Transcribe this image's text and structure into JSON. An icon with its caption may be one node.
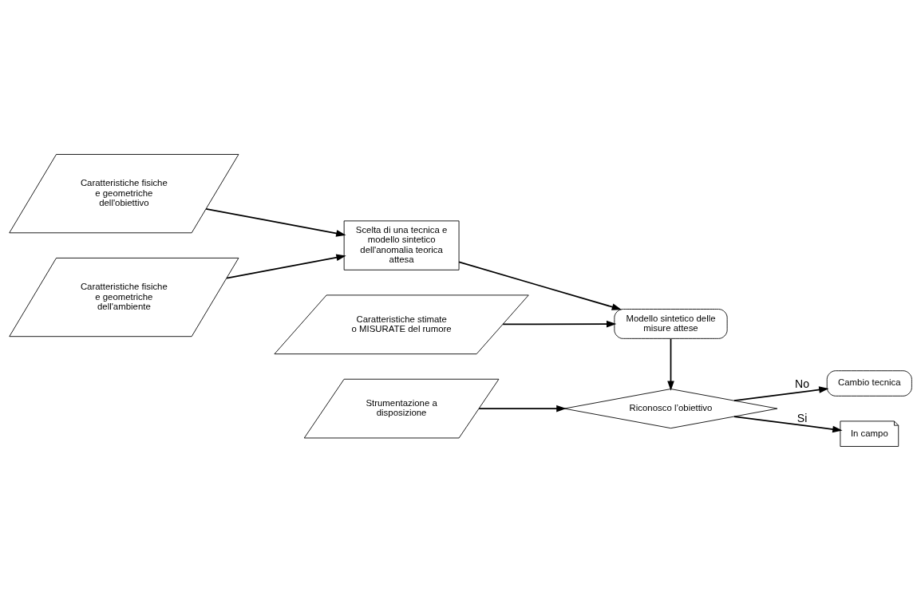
{
  "diagram": {
    "nodes": [
      {
        "text": [
          "Caratteristiche fisiche e geometriche dell'obiettivo"
        ]
      },
      {
        "text": [
          "Caratteristiche fisiche e geometriche dell'ambiente"
        ]
      },
      {
        "text": [
          "Scelta di una tecnica e modello sintetico dell'anomalia teorica attesa"
        ]
      },
      {
        "text": [
          "Modello sintetico delle misure attese"
        ]
      },
      {
        "text": [
          "Caratteristiche stimate o MISURATE del rumore"
        ]
      },
      {
        "text": [
          "Strumentazione a disposizione"
        ]
      },
      {
        "text": [
          "Riconosco l’obiettivo"
        ]
      },
      {
        "text": [
          "Cambio tecnica"
        ]
      },
      {
        "text": [
          "In campo"
        ]
      }
    ],
    "edges": [
      {
        "from": 0,
        "to": 2,
        "arrow": "to"
      },
      {
        "from": 1,
        "to": 2,
        "arrow": "to"
      },
      {
        "from": 2,
        "to": 3,
        "arrow": "to"
      },
      {
        "from": 4,
        "to": 3,
        "arrow": "to"
      },
      {
        "from": 3,
        "to": 6,
        "arrow": "to"
      },
      {
        "from": 5,
        "to": 6,
        "arrow": "to"
      },
      {
        "from": 6,
        "to": 7,
        "arrow": "to",
        "label": "No"
      },
      {
        "from": 6,
        "to": 8,
        "arrow": "to",
        "label": "Si"
      }
    ]
  }
}
